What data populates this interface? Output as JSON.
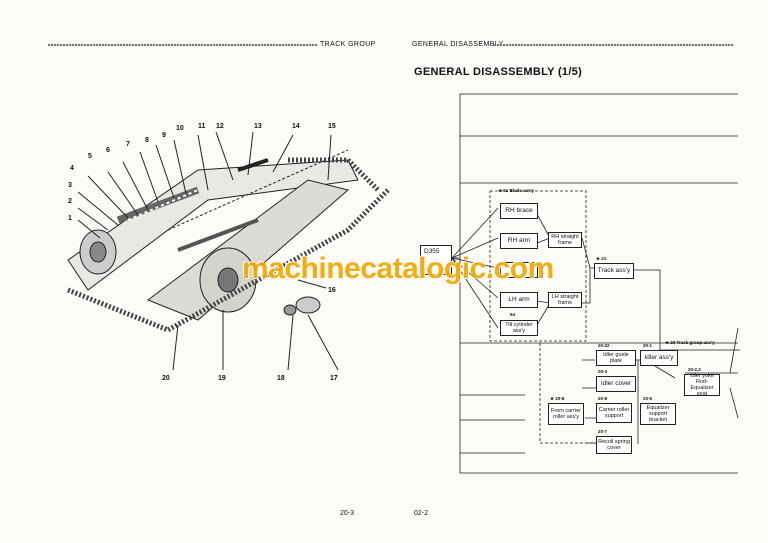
{
  "left_page": {
    "header": "TRACK GROUP",
    "page_number": "20-3",
    "callouts": [
      "1",
      "2",
      "3",
      "4",
      "5",
      "6",
      "7",
      "8",
      "9",
      "10",
      "11",
      "12",
      "13",
      "14",
      "15",
      "16",
      "17",
      "18",
      "19",
      "20"
    ]
  },
  "right_page": {
    "header": "GENERAL DISASSEMBLY",
    "title": "GENERAL DISASSEMBLY (1/5)",
    "page_number": "02-2",
    "diagram": {
      "start_box": "D355",
      "blade_tag": "★ 61  Blade ass'y",
      "rh_brace": "RH brace",
      "rh_arm": "RH arm",
      "rh_straight_frame": "RH straight frame",
      "lh_arm": "LH arm",
      "lh_straight_frame": "LH straight frame",
      "tilt_tag": "54",
      "tilt_cylinder": "Tilt cylinder ass'y",
      "track_tag": "★ 21",
      "track_assy": "Track ass'y",
      "track_group_tag": "★ 20  Track group ass'y",
      "idler_guide_tag": "20-22",
      "idler_guide": "Idler guide plate",
      "idler_cover_tag": "20-4",
      "idler_cover": "Idler cover",
      "idler_assy_tag": "20-1",
      "idler_assy": "Idler ass'y",
      "idler_yoke_tag": "20-2,3",
      "idler_yoke": "Idler yoke Rod-Equalizer seat",
      "carrier_tag": "★ 20-8",
      "carrier_roller": "From carrier roller ass'y",
      "carrier_support_tag": "20-8",
      "carrier_support": "Carrier roller support",
      "equalizer_tag": "20-6",
      "equalizer": "Equalizer support bracket",
      "recoil_tag": "20-7",
      "recoil": "Recoil spring cover"
    }
  },
  "watermark": "machinecatalogic.com"
}
